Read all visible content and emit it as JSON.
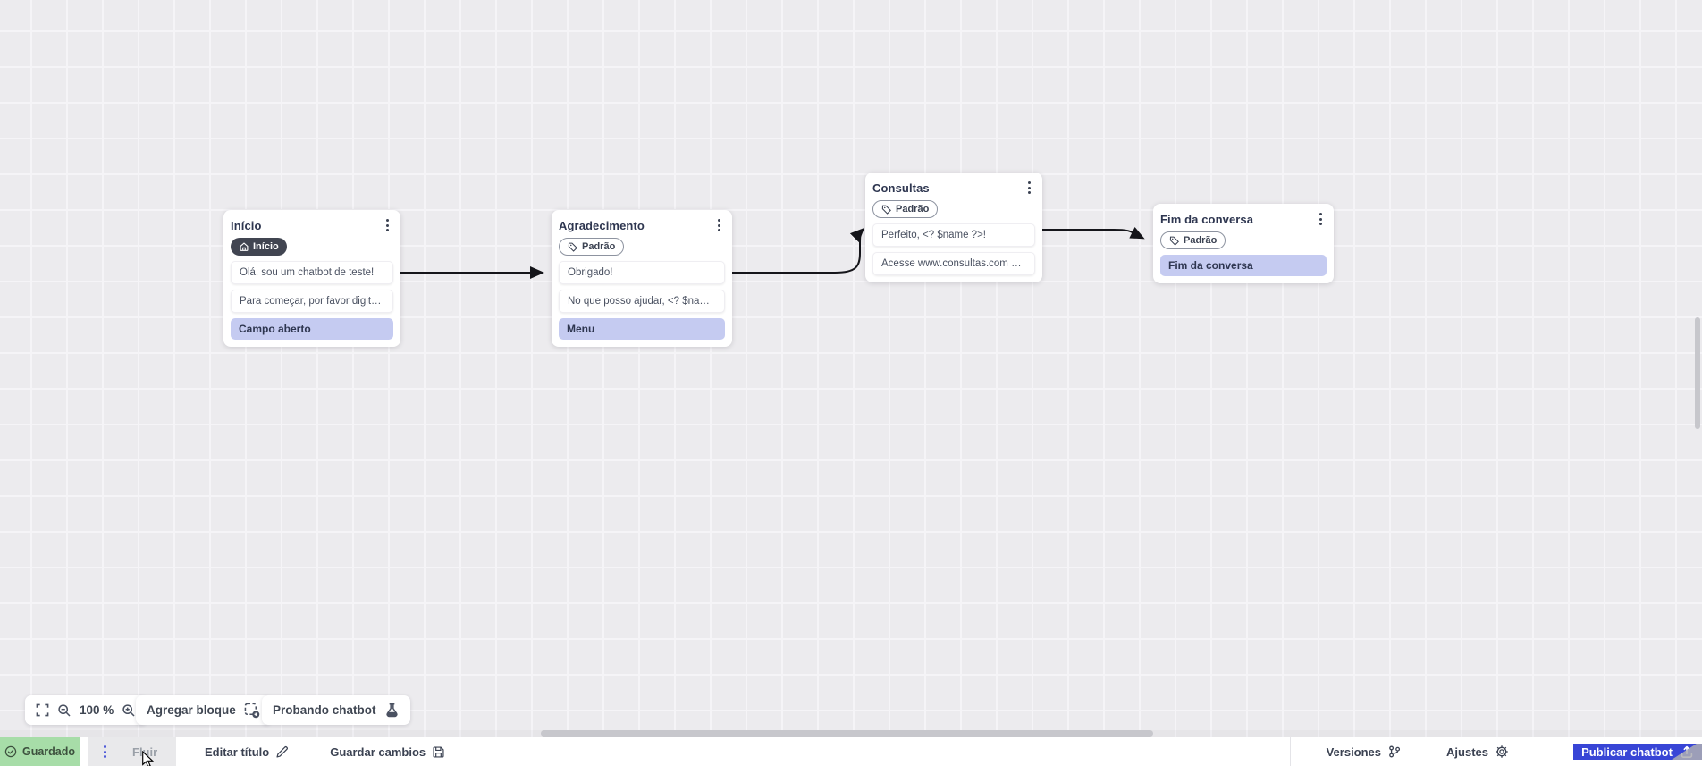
{
  "canvas": {
    "nodes": [
      {
        "id": "inicio",
        "title": "Início",
        "badge": {
          "label": "Início",
          "style": "dark",
          "icon": "home-icon"
        },
        "items": [
          {
            "kind": "message",
            "text": "Olá, sou um chatbot de teste!"
          },
          {
            "kind": "message",
            "text": "Para começar, por favor digite o ..."
          },
          {
            "kind": "option",
            "text": "Campo aberto"
          }
        ]
      },
      {
        "id": "agradecimento",
        "title": "Agradecimento",
        "badge": {
          "label": "Padrão",
          "style": "outline",
          "icon": "tag-icon"
        },
        "items": [
          {
            "kind": "message",
            "text": "Obrigado!"
          },
          {
            "kind": "message",
            "text": "No que posso ajudar, <? $name ..."
          },
          {
            "kind": "option",
            "text": "Menu"
          }
        ]
      },
      {
        "id": "consultas",
        "title": "Consultas",
        "badge": {
          "label": "Padrão",
          "style": "outline",
          "icon": "tag-icon"
        },
        "items": [
          {
            "kind": "message",
            "text": "Perfeito, <? $name ?>!"
          },
          {
            "kind": "message",
            "text": "Acesse www.consultas.com par..."
          }
        ]
      },
      {
        "id": "fim",
        "title": "Fim da conversa",
        "badge": {
          "label": "Padrão",
          "style": "outline",
          "icon": "tag-icon"
        },
        "items": [
          {
            "kind": "option",
            "text": "Fim da conversa"
          }
        ]
      }
    ],
    "connections": [
      {
        "from": "Início / Olá, sou um chatbot de teste!",
        "to": "Agradecimento / Obrigado!"
      },
      {
        "from": "Agradecimento / Obrigado!",
        "to": "Consultas / Perfeito, <? $name ?>!"
      },
      {
        "from": "Consultas / Perfeito, <? $name ?>!",
        "to": "Fim da conversa"
      }
    ]
  },
  "toolbar": {
    "zoom_level": "100 %",
    "add_block_label": "Agregar bloque",
    "test_chatbot_label": "Probando chatbot"
  },
  "footer": {
    "saved_label": "Guardado",
    "flow_tab_label": "Fluir",
    "edit_title_label": "Editar título",
    "save_changes_label": "Guardar cambios",
    "versions_label": "Versiones",
    "settings_label": "Ajustes",
    "publish_label": "Publicar chatbot"
  },
  "colors": {
    "canvas_bg": "#ECEBEE",
    "option_highlight": "#C5CBF1",
    "dark_badge": "#414551",
    "saved_green": "#A7DDA8",
    "publish_blue": "#3845D6",
    "arrow": "#15151a"
  }
}
